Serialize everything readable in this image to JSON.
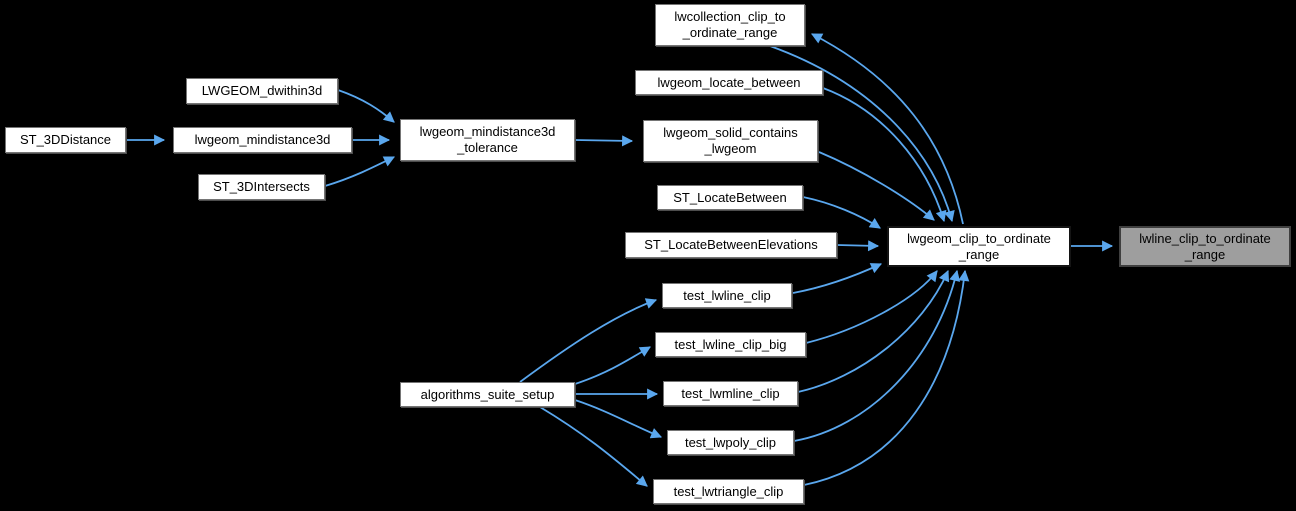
{
  "diagram": {
    "kind": "caller-graph",
    "background_color": "#000000",
    "arrow_color": "#5aa7ee",
    "node_fill": "#ffffff",
    "node_border": "#757575",
    "focus_node_border": "#141414",
    "target_node_fill": "#9e9e9e",
    "target_node_border": "#3f3f3f"
  },
  "nodes": [
    {
      "id": "st-3ddistance",
      "label": "ST_3DDistance"
    },
    {
      "id": "lwgeom-dwithin3d",
      "label": "LWGEOM_dwithin3d"
    },
    {
      "id": "lwgeom-mindistance3d",
      "label": "lwgeom_mindistance3d"
    },
    {
      "id": "st-3dintersects",
      "label": "ST_3DIntersects"
    },
    {
      "id": "lwgeom-mindistance3d-tolerance",
      "label": "lwgeom_mindistance3d\n_tolerance"
    },
    {
      "id": "lwcollection-clip-to-ordinate-range",
      "label": "lwcollection_clip_to\n_ordinate_range"
    },
    {
      "id": "lwgeom-locate-between",
      "label": "lwgeom_locate_between"
    },
    {
      "id": "lwgeom-solid-contains-lwgeom",
      "label": "lwgeom_solid_contains\n_lwgeom"
    },
    {
      "id": "st-locatebetween",
      "label": "ST_LocateBetween"
    },
    {
      "id": "st-locatebetweenelevations",
      "label": "ST_LocateBetweenElevations"
    },
    {
      "id": "test-lwline-clip",
      "label": "test_lwline_clip"
    },
    {
      "id": "test-lwline-clip-big",
      "label": "test_lwline_clip_big"
    },
    {
      "id": "test-lwmline-clip",
      "label": "test_lwmline_clip"
    },
    {
      "id": "test-lwpoly-clip",
      "label": "test_lwpoly_clip"
    },
    {
      "id": "test-lwtriangle-clip",
      "label": "test_lwtriangle_clip"
    },
    {
      "id": "algorithms-suite-setup",
      "label": "algorithms_suite_setup"
    },
    {
      "id": "lwgeom-clip-to-ordinate-range",
      "label": "lwgeom_clip_to_ordinate\n_range"
    },
    {
      "id": "lwline-clip-to-ordinate-range",
      "label": "lwline_clip_to_ordinate\n_range"
    }
  ],
  "edges": [
    {
      "from": "ST_3DDistance",
      "to": "lwgeom_mindistance3d"
    },
    {
      "from": "LWGEOM_dwithin3d",
      "to": "lwgeom_mindistance3d_tolerance"
    },
    {
      "from": "lwgeom_mindistance3d",
      "to": "lwgeom_mindistance3d_tolerance"
    },
    {
      "from": "ST_3DIntersects",
      "to": "lwgeom_mindistance3d_tolerance"
    },
    {
      "from": "lwgeom_mindistance3d_tolerance",
      "to": "lwgeom_solid_contains_lwgeom"
    },
    {
      "from": "lwcollection_clip_to_ordinate_range",
      "to": "lwgeom_clip_to_ordinate_range"
    },
    {
      "from": "lwgeom_clip_to_ordinate_range",
      "to": "lwcollection_clip_to_ordinate_range"
    },
    {
      "from": "lwgeom_locate_between",
      "to": "lwgeom_clip_to_ordinate_range"
    },
    {
      "from": "lwgeom_solid_contains_lwgeom",
      "to": "lwgeom_clip_to_ordinate_range"
    },
    {
      "from": "ST_LocateBetween",
      "to": "lwgeom_clip_to_ordinate_range"
    },
    {
      "from": "ST_LocateBetweenElevations",
      "to": "lwgeom_clip_to_ordinate_range"
    },
    {
      "from": "test_lwline_clip",
      "to": "lwgeom_clip_to_ordinate_range"
    },
    {
      "from": "test_lwline_clip_big",
      "to": "lwgeom_clip_to_ordinate_range"
    },
    {
      "from": "test_lwmline_clip",
      "to": "lwgeom_clip_to_ordinate_range"
    },
    {
      "from": "test_lwpoly_clip",
      "to": "lwgeom_clip_to_ordinate_range"
    },
    {
      "from": "test_lwtriangle_clip",
      "to": "lwgeom_clip_to_ordinate_range"
    },
    {
      "from": "algorithms_suite_setup",
      "to": "test_lwline_clip"
    },
    {
      "from": "algorithms_suite_setup",
      "to": "test_lwline_clip_big"
    },
    {
      "from": "algorithms_suite_setup",
      "to": "test_lwmline_clip"
    },
    {
      "from": "algorithms_suite_setup",
      "to": "test_lwpoly_clip"
    },
    {
      "from": "algorithms_suite_setup",
      "to": "test_lwtriangle_clip"
    },
    {
      "from": "lwgeom_clip_to_ordinate_range",
      "to": "lwline_clip_to_ordinate_range"
    }
  ]
}
